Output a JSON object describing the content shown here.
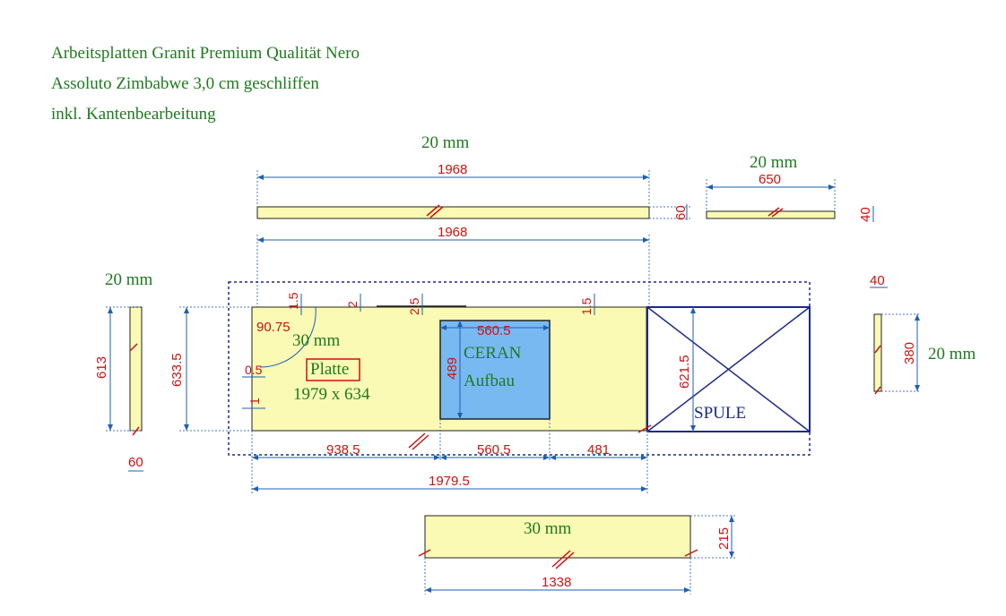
{
  "header": {
    "line1": "Arbeitsplatten Granit Premium Qualität Nero",
    "line2": "Assoluto Zimbabwe 3,0 cm geschliffen",
    "line3": "inkl. Kantenbearbeitung"
  },
  "strip_top": {
    "thickness": "20 mm",
    "length": "1968",
    "depth": "60"
  },
  "strip_small": {
    "thickness": "20 mm",
    "length": "650",
    "depth": "40"
  },
  "left_strip": {
    "thickness": "20 mm",
    "height": "613",
    "depth": "60"
  },
  "right_strip": {
    "height": "380",
    "thickness": "20 mm",
    "depth": "40"
  },
  "main": {
    "top_length": "1968",
    "height": "633.5",
    "radius": "90.75",
    "thickness": "30 mm",
    "name": "Platte",
    "size": "1979 x 634",
    "offset_a": "0.5",
    "offset_b": "1",
    "notch_a": "1.5",
    "notch_b": "2",
    "notch_c": "2.5",
    "notch_d": "1.5",
    "ceran_width": "560.5",
    "ceran_depth": "489",
    "ceran_line1": "CERAN",
    "ceran_line2": "Aufbau",
    "sink_depth": "621.5",
    "sink_label": "SPULE",
    "seg1": "938.5",
    "seg2": "560.5",
    "seg3": "481",
    "total": "1979.5"
  },
  "bottom_slab": {
    "thickness": "30 mm",
    "length": "1338",
    "depth": "215"
  },
  "colors": {
    "slab": "#fafab4",
    "ceran": "#79b9f2",
    "text_green": "#1f7a1f",
    "dim_red": "#cc1111",
    "outline_blue": "#1a2a88"
  }
}
